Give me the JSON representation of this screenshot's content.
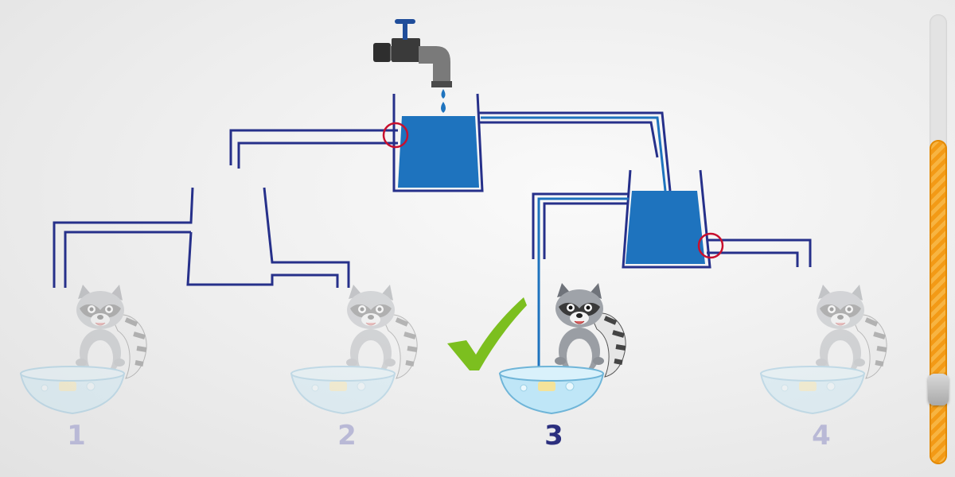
{
  "colors": {
    "pipe": "#26308a",
    "water": "#1e73be",
    "valve_ring": "#c8102e",
    "check": "#7cbf1f",
    "slider_fill": "#f39a16"
  },
  "icons": [
    "faucet-icon",
    "water-drop-icon",
    "valve-ring-icon",
    "check-mark-icon",
    "raccoon-icon",
    "bowl-icon"
  ],
  "tubs": [
    {
      "label": "1",
      "status": "inactive"
    },
    {
      "label": "2",
      "status": "inactive"
    },
    {
      "label": "3",
      "status": "active"
    },
    {
      "label": "4",
      "status": "inactive"
    }
  ],
  "slider": {
    "fill_fraction": 0.72,
    "thumb_fraction": 0.13
  }
}
